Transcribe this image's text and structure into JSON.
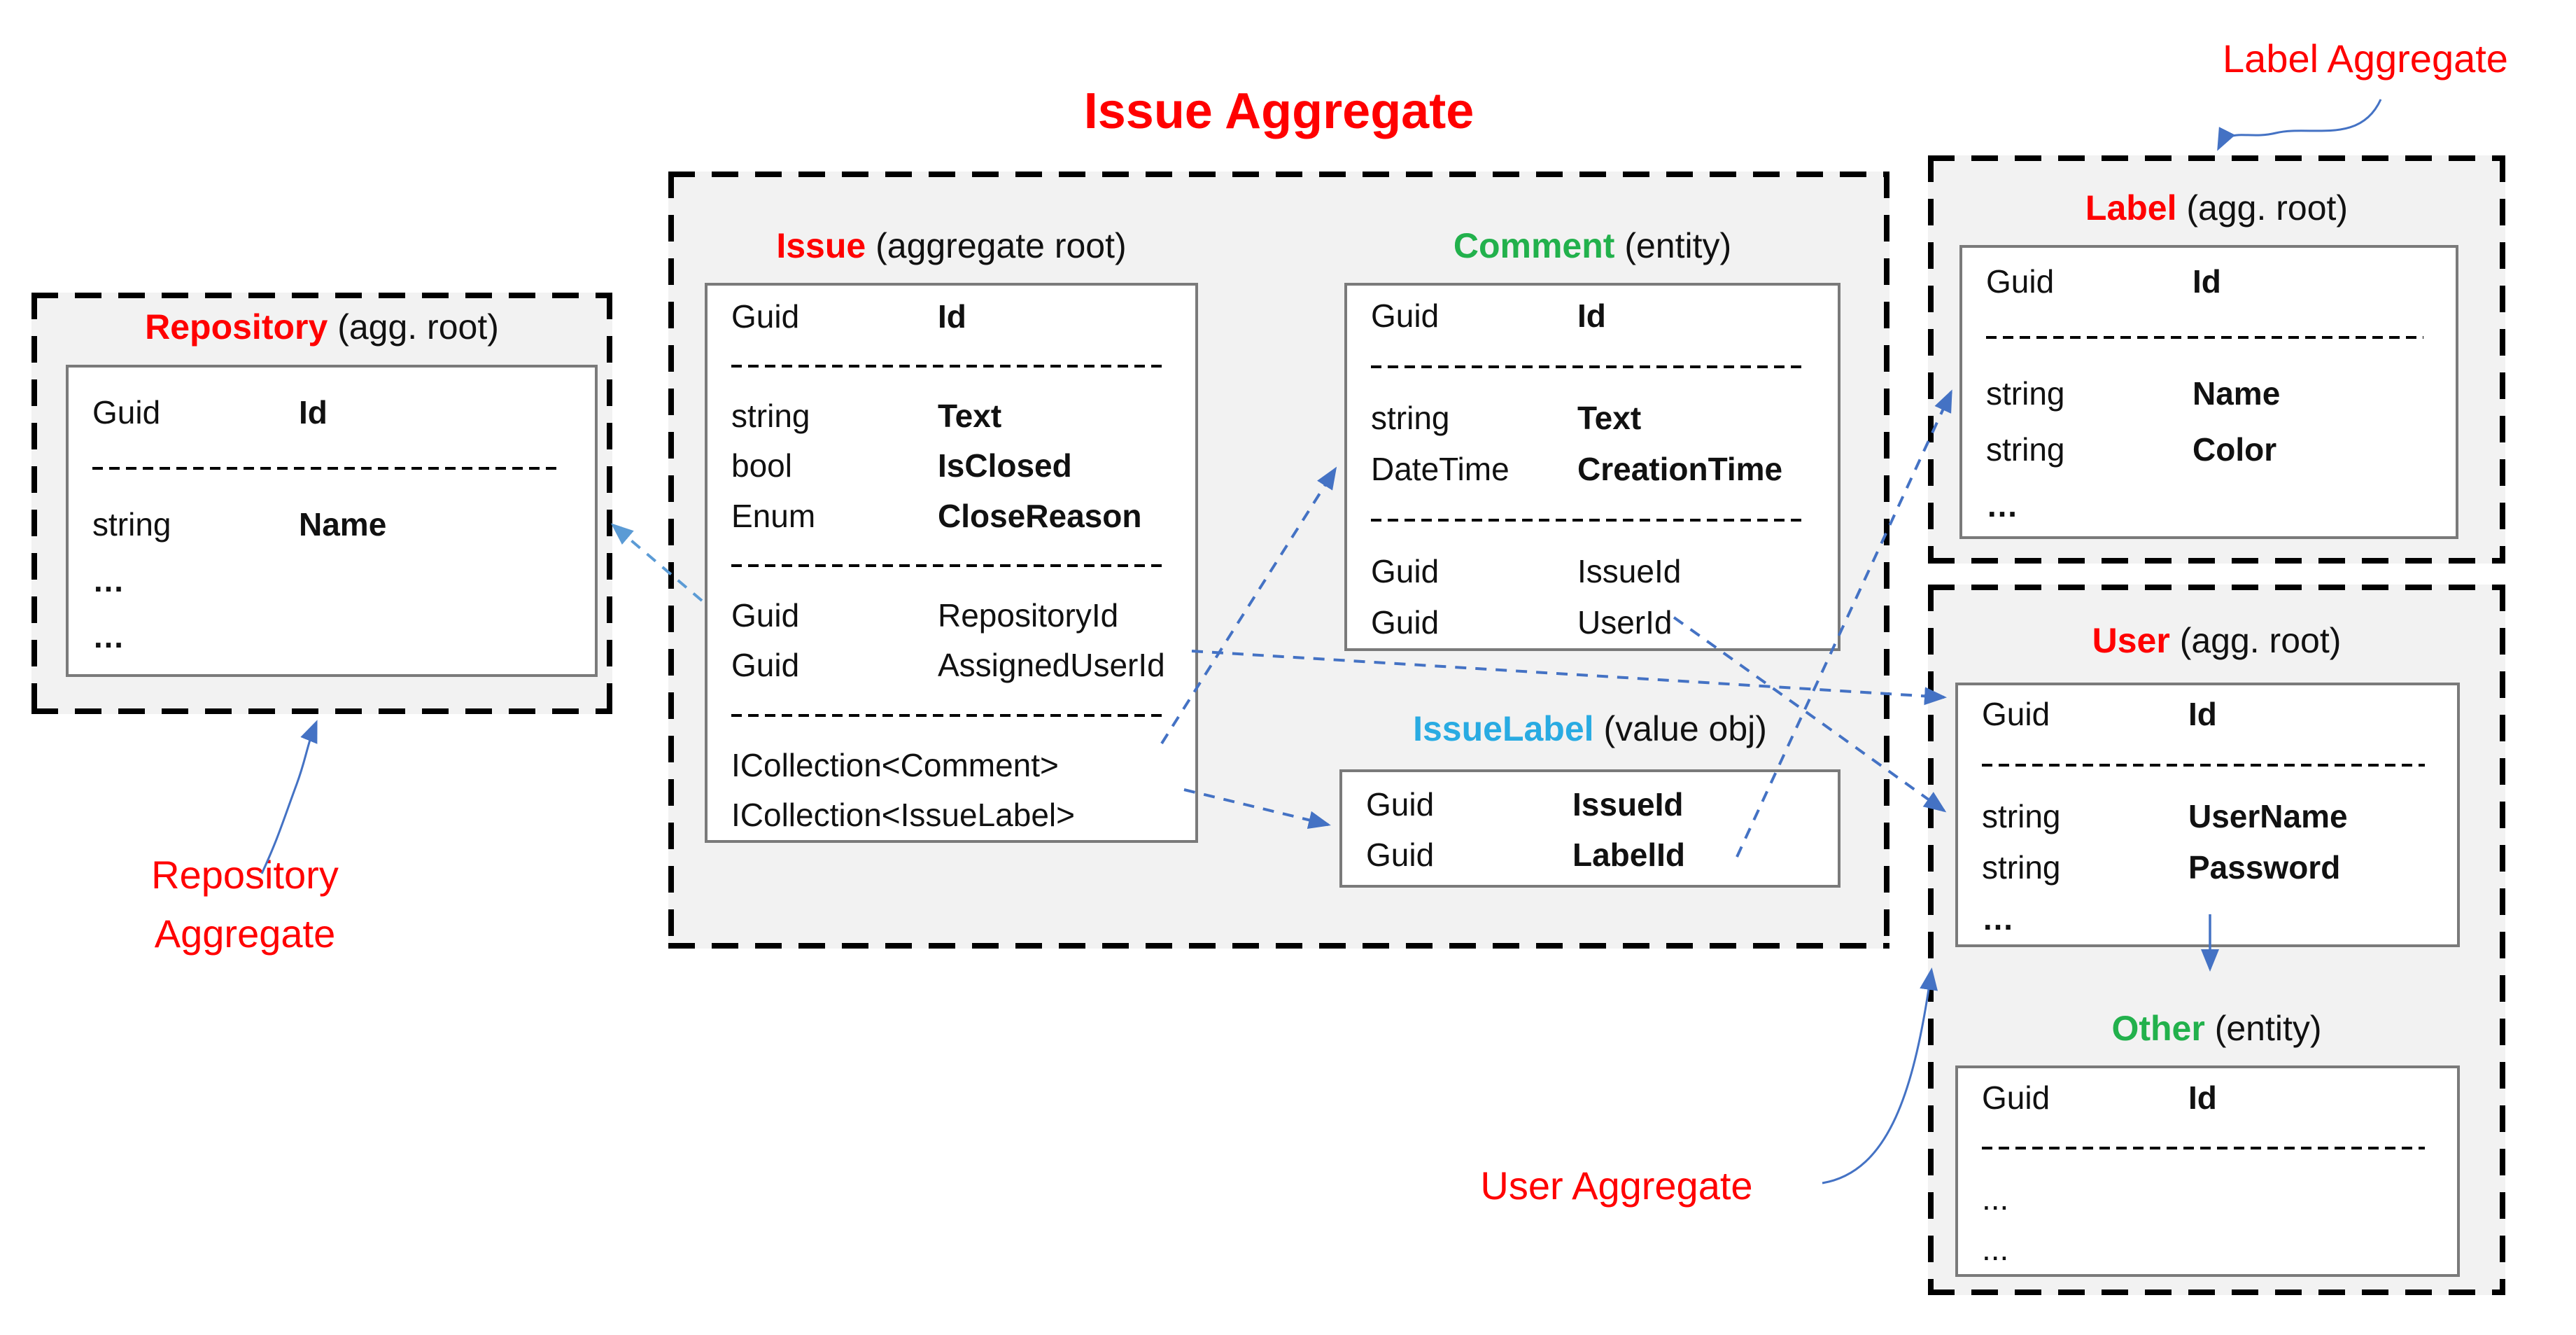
{
  "page": {
    "main_title": "Issue Aggregate",
    "main_title_color": "#FF0000",
    "background": "#FFFFFF"
  },
  "notes": {
    "label_aggregate": "Label Aggregate",
    "repository_aggregate": "Repository Aggregate",
    "user_aggregate": "User Aggregate",
    "color": "#FF0000"
  },
  "colors": {
    "container_bg": "#F2F2F2",
    "box_border": "#7A7A7A",
    "relation_dashed": "#4472C4",
    "relation_dashed_light": "#5B9BD5",
    "note_arrow": "#4472C4",
    "red": "#FF0000",
    "green": "#22B14C",
    "cyan": "#29ABE2"
  },
  "entities": {
    "repository": {
      "name": "Repository",
      "name_color": "#FF0000",
      "subtitle": "(agg. root)",
      "rows": [
        {
          "type": "Guid",
          "name": "Id",
          "bold": true
        },
        {
          "sep": true
        },
        {
          "type": "string",
          "name": "Name",
          "bold": true
        },
        {
          "text": "…",
          "bold": true
        },
        {
          "text": "…",
          "bold": true
        }
      ]
    },
    "issue": {
      "name": "Issue",
      "name_color": "#FF0000",
      "subtitle": "(aggregate root)",
      "rows": [
        {
          "type": "Guid",
          "name": "Id",
          "bold": true
        },
        {
          "sep": true
        },
        {
          "type": "string",
          "name": "Text",
          "bold": true
        },
        {
          "type": "bool",
          "name": "IsClosed",
          "bold": true
        },
        {
          "type": "Enum",
          "name": "CloseReason",
          "bold": true
        },
        {
          "sep": true
        },
        {
          "type": "Guid",
          "name": "RepositoryId",
          "bold": false
        },
        {
          "type": "Guid",
          "name": "AssignedUserId",
          "bold": false
        },
        {
          "sep": true
        },
        {
          "text": "ICollection<Comment>",
          "bold": false
        },
        {
          "text": "ICollection<IssueLabel>",
          "bold": false
        }
      ]
    },
    "comment": {
      "name": "Comment",
      "name_color": "#22B14C",
      "subtitle": "(entity)",
      "rows": [
        {
          "type": "Guid",
          "name": "Id",
          "bold": true
        },
        {
          "sep": true
        },
        {
          "type": "string",
          "name": "Text",
          "bold": true
        },
        {
          "type": "DateTime",
          "name": "CreationTime",
          "bold": true
        },
        {
          "sep": true
        },
        {
          "type": "Guid",
          "name": "IssueId",
          "bold": false
        },
        {
          "type": "Guid",
          "name": "UserId",
          "bold": false
        }
      ]
    },
    "issuelabel": {
      "name": "IssueLabel",
      "name_color": "#29ABE2",
      "subtitle": "(value obj)",
      "rows": [
        {
          "type": "Guid",
          "name": "IssueId",
          "bold": true
        },
        {
          "type": "Guid",
          "name": "LabelId",
          "bold": true
        }
      ]
    },
    "label": {
      "name": "Label",
      "name_color": "#FF0000",
      "subtitle": "(agg. root)",
      "rows": [
        {
          "type": "Guid",
          "name": "Id",
          "bold": true
        },
        {
          "sep": true
        },
        {
          "type": "string",
          "name": "Name",
          "bold": true
        },
        {
          "type": "string",
          "name": "Color",
          "bold": true
        },
        {
          "text": "…",
          "bold": true
        }
      ]
    },
    "user": {
      "name": "User",
      "name_color": "#FF0000",
      "subtitle": "(agg. root)",
      "rows": [
        {
          "type": "Guid",
          "name": "Id",
          "bold": true
        },
        {
          "sep": true
        },
        {
          "type": "string",
          "name": "UserName",
          "bold": true
        },
        {
          "type": "string",
          "name": "Password",
          "bold": true
        },
        {
          "text": "…",
          "bold": true
        }
      ]
    },
    "other": {
      "name": "Other",
      "name_color": "#22B14C",
      "subtitle": "(entity)",
      "rows": [
        {
          "type": "Guid",
          "name": "Id",
          "bold": true
        },
        {
          "sep": true
        },
        {
          "text": "...",
          "bold": false
        },
        {
          "text": "...",
          "bold": false
        }
      ]
    }
  },
  "relations": [
    {
      "from": "Issue.RepositoryId",
      "to": "Repository",
      "style": "dashed"
    },
    {
      "from": "Issue.AssignedUserId",
      "to": "User.Id",
      "style": "dashed"
    },
    {
      "from": "Issue.ICollection<Comment>",
      "to": "Comment",
      "style": "dashed"
    },
    {
      "from": "Issue.ICollection<IssueLabel>",
      "to": "IssueLabel",
      "style": "dashed"
    },
    {
      "from": "Comment.UserId",
      "to": "User.UserName",
      "style": "dashed"
    },
    {
      "from": "IssueLabel.LabelId",
      "to": "Label.Name",
      "style": "dashed"
    },
    {
      "from": "User",
      "to": "Other",
      "style": "solid"
    },
    {
      "from": "Label Aggregate note",
      "to": "Label container",
      "style": "curve"
    },
    {
      "from": "Repository Aggregate note",
      "to": "Repository container",
      "style": "curve"
    },
    {
      "from": "User Aggregate note",
      "to": "User container",
      "style": "curve"
    }
  ]
}
